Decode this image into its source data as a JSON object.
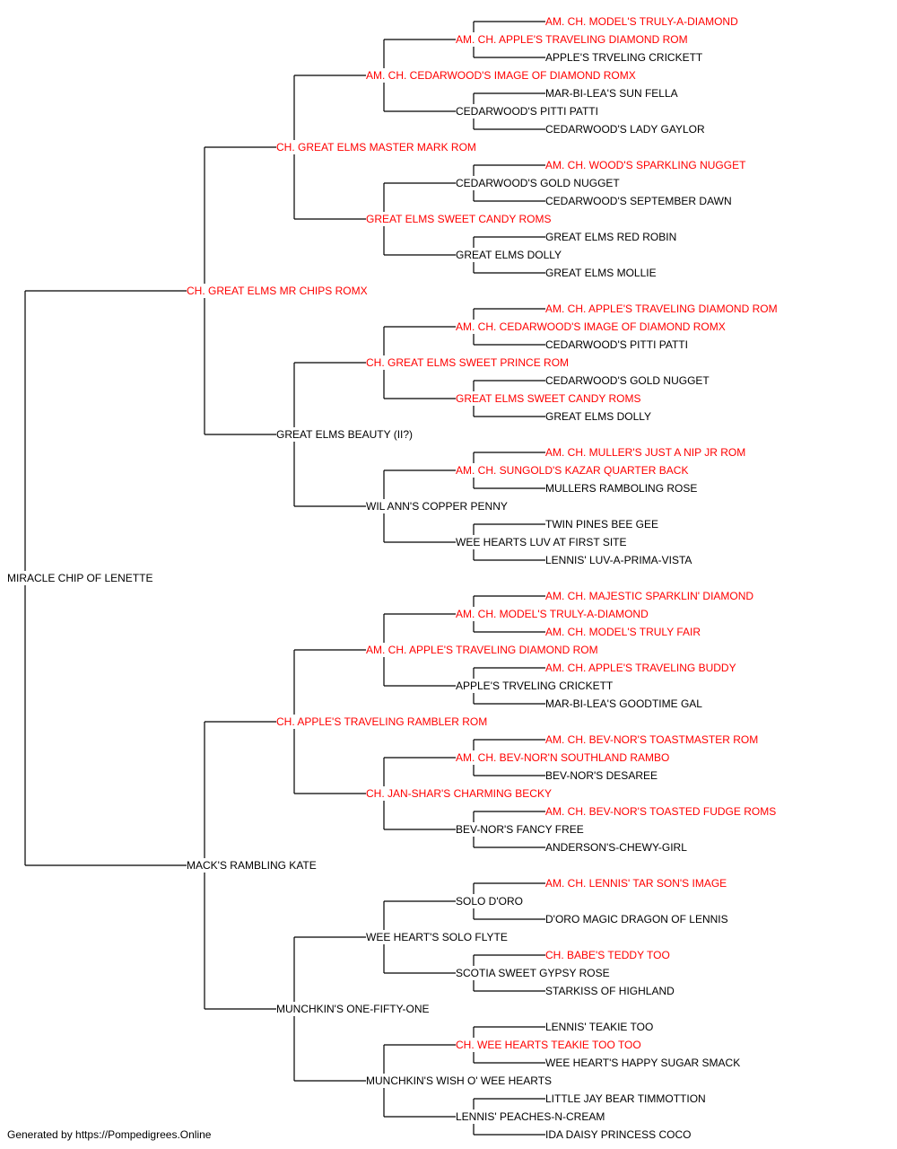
{
  "colors": {
    "champion": "#ff0000",
    "normal": "#000000",
    "line": "#000000"
  },
  "pedigree": {
    "name": "MIRACLE CHIP OF LENETTE",
    "champion": false,
    "sire": {
      "name": "CH. GREAT ELMS MR CHIPS ROMX",
      "champion": true,
      "sire": {
        "name": "CH. GREAT ELMS MASTER MARK ROM",
        "champion": true,
        "sire": {
          "name": "AM. CH. CEDARWOOD'S IMAGE OF DIAMOND ROMX",
          "champion": true,
          "sire": {
            "name": "AM. CH. APPLE'S TRAVELING DIAMOND ROM",
            "champion": true,
            "sire": {
              "name": "AM. CH. MODEL'S TRULY-A-DIAMOND",
              "champion": true
            },
            "dam": {
              "name": "APPLE'S TRVELING CRICKETT",
              "champion": false
            }
          },
          "dam": {
            "name": "CEDARWOOD'S PITTI PATTI",
            "champion": false,
            "sire": {
              "name": "MAR-BI-LEA'S SUN FELLA",
              "champion": false
            },
            "dam": {
              "name": "CEDARWOOD'S LADY GAYLOR",
              "champion": false
            }
          }
        },
        "dam": {
          "name": "GREAT ELMS SWEET CANDY ROMS",
          "champion": true,
          "sire": {
            "name": "CEDARWOOD'S GOLD NUGGET",
            "champion": false,
            "sire": {
              "name": "AM. CH. WOOD'S SPARKLING NUGGET",
              "champion": true
            },
            "dam": {
              "name": "CEDARWOOD'S SEPTEMBER DAWN",
              "champion": false
            }
          },
          "dam": {
            "name": "GREAT ELMS DOLLY",
            "champion": false,
            "sire": {
              "name": "GREAT ELMS RED ROBIN",
              "champion": false
            },
            "dam": {
              "name": "GREAT ELMS MOLLIE",
              "champion": false
            }
          }
        }
      },
      "dam": {
        "name": "GREAT ELMS BEAUTY (II?)",
        "champion": false,
        "sire": {
          "name": "CH. GREAT ELMS SWEET PRINCE ROM",
          "champion": true,
          "sire": {
            "name": "AM. CH. CEDARWOOD'S IMAGE OF DIAMOND ROMX",
            "champion": true,
            "sire": {
              "name": "AM. CH. APPLE'S TRAVELING DIAMOND ROM",
              "champion": true
            },
            "dam": {
              "name": "CEDARWOOD'S PITTI PATTI",
              "champion": false
            }
          },
          "dam": {
            "name": "GREAT ELMS SWEET CANDY ROMS",
            "champion": true,
            "sire": {
              "name": "CEDARWOOD'S GOLD NUGGET",
              "champion": false
            },
            "dam": {
              "name": "GREAT ELMS DOLLY",
              "champion": false
            }
          }
        },
        "dam": {
          "name": "WIL ANN'S COPPER PENNY",
          "champion": false,
          "sire": {
            "name": "AM. CH. SUNGOLD'S KAZAR QUARTER BACK",
            "champion": true,
            "sire": {
              "name": "AM. CH. MULLER'S JUST A NIP JR ROM",
              "champion": true
            },
            "dam": {
              "name": "MULLERS RAMBOLING ROSE",
              "champion": false
            }
          },
          "dam": {
            "name": "WEE HEARTS LUV AT FIRST SITE",
            "champion": false,
            "sire": {
              "name": "TWIN PINES BEE GEE",
              "champion": false
            },
            "dam": {
              "name": "LENNIS' LUV-A-PRIMA-VISTA",
              "champion": false
            }
          }
        }
      }
    },
    "dam": {
      "name": "MACK'S RAMBLING KATE",
      "champion": false,
      "sire": {
        "name": "CH. APPLE'S TRAVELING RAMBLER ROM",
        "champion": true,
        "sire": {
          "name": "AM. CH. APPLE'S TRAVELING DIAMOND ROM",
          "champion": true,
          "sire": {
            "name": "AM. CH. MODEL'S TRULY-A-DIAMOND",
            "champion": true,
            "sire": {
              "name": "AM. CH. MAJESTIC SPARKLIN' DIAMOND",
              "champion": true
            },
            "dam": {
              "name": "AM. CH. MODEL'S TRULY FAIR",
              "champion": true
            }
          },
          "dam": {
            "name": "APPLE'S TRVELING CRICKETT",
            "champion": false,
            "sire": {
              "name": "AM. CH. APPLE'S TRAVELING BUDDY",
              "champion": true
            },
            "dam": {
              "name": "MAR-BI-LEA'S GOODTIME GAL",
              "champion": false
            }
          }
        },
        "dam": {
          "name": "CH. JAN-SHAR'S CHARMING BECKY",
          "champion": true,
          "sire": {
            "name": "AM. CH. BEV-NOR'N SOUTHLAND RAMBO",
            "champion": true,
            "sire": {
              "name": "AM. CH. BEV-NOR'S TOASTMASTER ROM",
              "champion": true
            },
            "dam": {
              "name": "BEV-NOR'S DESAREE",
              "champion": false
            }
          },
          "dam": {
            "name": "BEV-NOR'S FANCY FREE",
            "champion": false,
            "sire": {
              "name": "AM. CH. BEV-NOR'S TOASTED FUDGE ROMS",
              "champion": true
            },
            "dam": {
              "name": "ANDERSON'S-CHEWY-GIRL",
              "champion": false
            }
          }
        }
      },
      "dam": {
        "name": "MUNCHKIN'S ONE-FIFTY-ONE",
        "champion": false,
        "sire": {
          "name": "WEE HEART'S SOLO FLYTE",
          "champion": false,
          "sire": {
            "name": "SOLO D'ORO",
            "champion": false,
            "sire": {
              "name": "AM. CH. LENNIS' TAR SON'S IMAGE",
              "champion": true
            },
            "dam": {
              "name": "D'ORO MAGIC DRAGON OF LENNIS",
              "champion": false
            }
          },
          "dam": {
            "name": "SCOTIA SWEET GYPSY ROSE",
            "champion": false,
            "sire": {
              "name": "CH. BABE'S TEDDY TOO",
              "champion": true
            },
            "dam": {
              "name": "STARKISS OF HIGHLAND",
              "champion": false
            }
          }
        },
        "dam": {
          "name": "MUNCHKIN'S WISH O' WEE HEARTS",
          "champion": false,
          "sire": {
            "name": "CH. WEE HEARTS TEAKIE TOO TOO",
            "champion": true,
            "sire": {
              "name": "LENNIS' TEAKIE TOO",
              "champion": false
            },
            "dam": {
              "name": "WEE HEART'S HAPPY SUGAR SMACK",
              "champion": false
            }
          },
          "dam": {
            "name": "LENNIS' PEACHES-N-CREAM",
            "champion": false,
            "sire": {
              "name": "LITTLE JAY BEAR TIMMOTTION",
              "champion": false
            },
            "dam": {
              "name": "IDA DAISY PRINCESS COCO",
              "champion": false
            }
          }
        }
      }
    }
  },
  "footer": "Generated by https://Pompedigrees.Online"
}
